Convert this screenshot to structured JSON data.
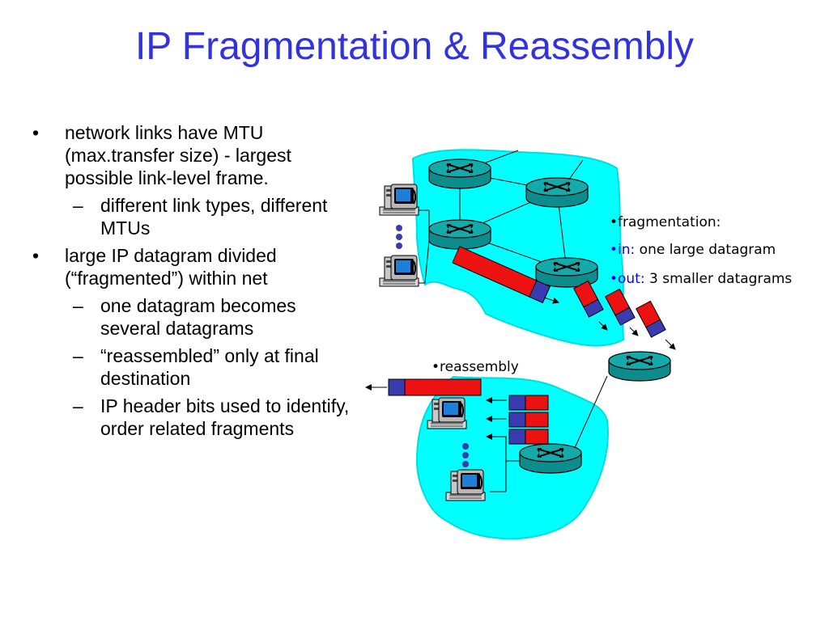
{
  "title": "IP Fragmentation & Reassembly",
  "bullets": [
    {
      "level": 1,
      "marker": "•",
      "text": "network links have MTU (max.transfer size) - largest possible link-level frame."
    },
    {
      "level": 2,
      "marker": "–",
      "text": "different link types, different MTUs"
    },
    {
      "level": 1,
      "marker": "•",
      "text": "large IP datagram divided (“fragmented”) within net"
    },
    {
      "level": 2,
      "marker": "–",
      "text": "one datagram becomes several datagrams"
    },
    {
      "level": 2,
      "marker": "–",
      "text": "“reassembled” only at final destination"
    },
    {
      "level": 2,
      "marker": "–",
      "text": "IP header bits used to identify, order related fragments"
    }
  ],
  "diagram": {
    "fragmentation_label": "•fragmentation:",
    "in_key": "•in:",
    "in_text": " one large datagram",
    "out_key": "•out:",
    "out_text": " 3 smaller datagrams",
    "reassembly_label": "•reassembly",
    "colors": {
      "cloud": "#00ffff",
      "router": "#0c8c8c",
      "router_top": "#14aaaa",
      "header": "#3b3bb0",
      "payload": "#ee1111",
      "label_blue": "#0000ff"
    },
    "icons": [
      "router-icon",
      "host-computer-icon",
      "arrow-icon",
      "packet-icon"
    ]
  }
}
